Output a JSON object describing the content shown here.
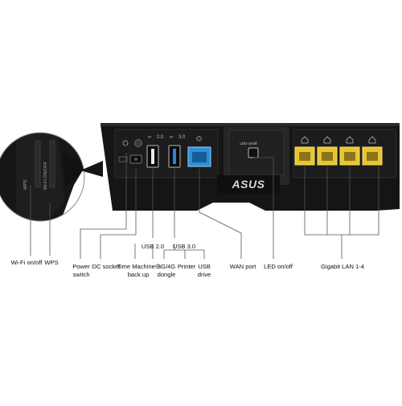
{
  "device": {
    "brand_logo_text": "ASUS",
    "usb2_marking": "2.0",
    "usb3_marking": "3.0",
    "led_panel_marking": "LED on/off",
    "side_markings": [
      "WPS",
      "Wi-Fi ON/OFF"
    ]
  },
  "callouts": {
    "wifi_onoff": "Wi-Fi on/off",
    "wps": "WPS",
    "power_switch_1": "Power",
    "power_switch_2": "switch",
    "dc_socket": "DC socket",
    "usb20_group": "USB 2.0",
    "usb30_group": "USB 3.0",
    "time_machine_1": "Time Machine®",
    "time_machine_2": "back up",
    "dongle_1": "3G/4G",
    "dongle_2": "dongle",
    "printer": "Printer",
    "usb_drive_1": "USB",
    "usb_drive_2": "drive",
    "wan_port": "WAN port",
    "led_onoff": "LED on/off",
    "gigabit_lan": "Gigabit LAN 1-4"
  },
  "colors": {
    "router_body": "#151515",
    "panel": "#1f1f1f",
    "usb3_blue": "#2f7fe0",
    "wan_blue": "#2a90d8",
    "lan_yellow": "#e8c62a",
    "leader_line": "#555555"
  }
}
